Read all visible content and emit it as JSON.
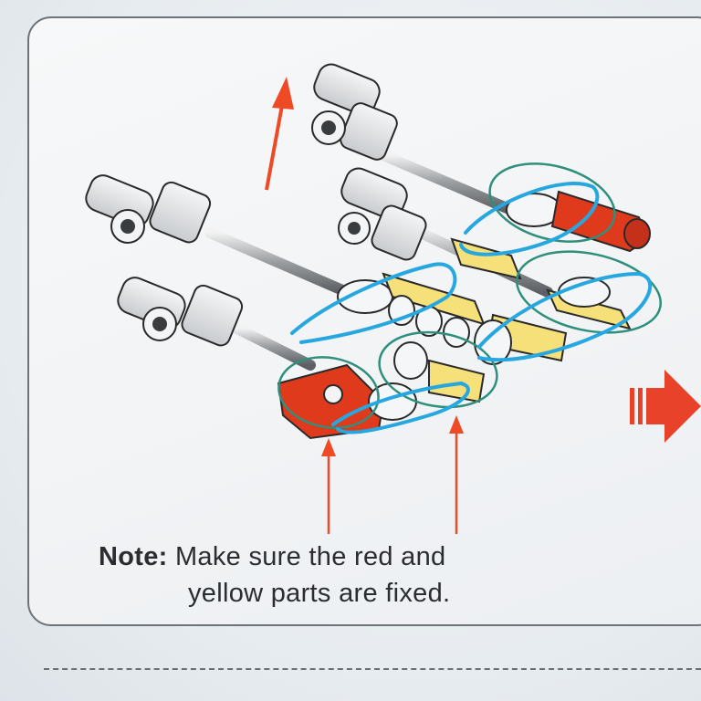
{
  "note": {
    "label": "Note:",
    "line1": "Make sure the red and",
    "line2": "yellow parts are fixed."
  },
  "colors": {
    "arrow_orange": "#ee4a26",
    "red_part": "#e03a1c",
    "yellow_part": "#f5e07a",
    "blue_highlight": "#27a7e0",
    "teal_highlight": "#2f8f7d",
    "grey_part": "#e4e6e8"
  },
  "icons": [
    "up-arrow-icon",
    "next-step-arrow-icon",
    "pointer-arrow-icon"
  ]
}
